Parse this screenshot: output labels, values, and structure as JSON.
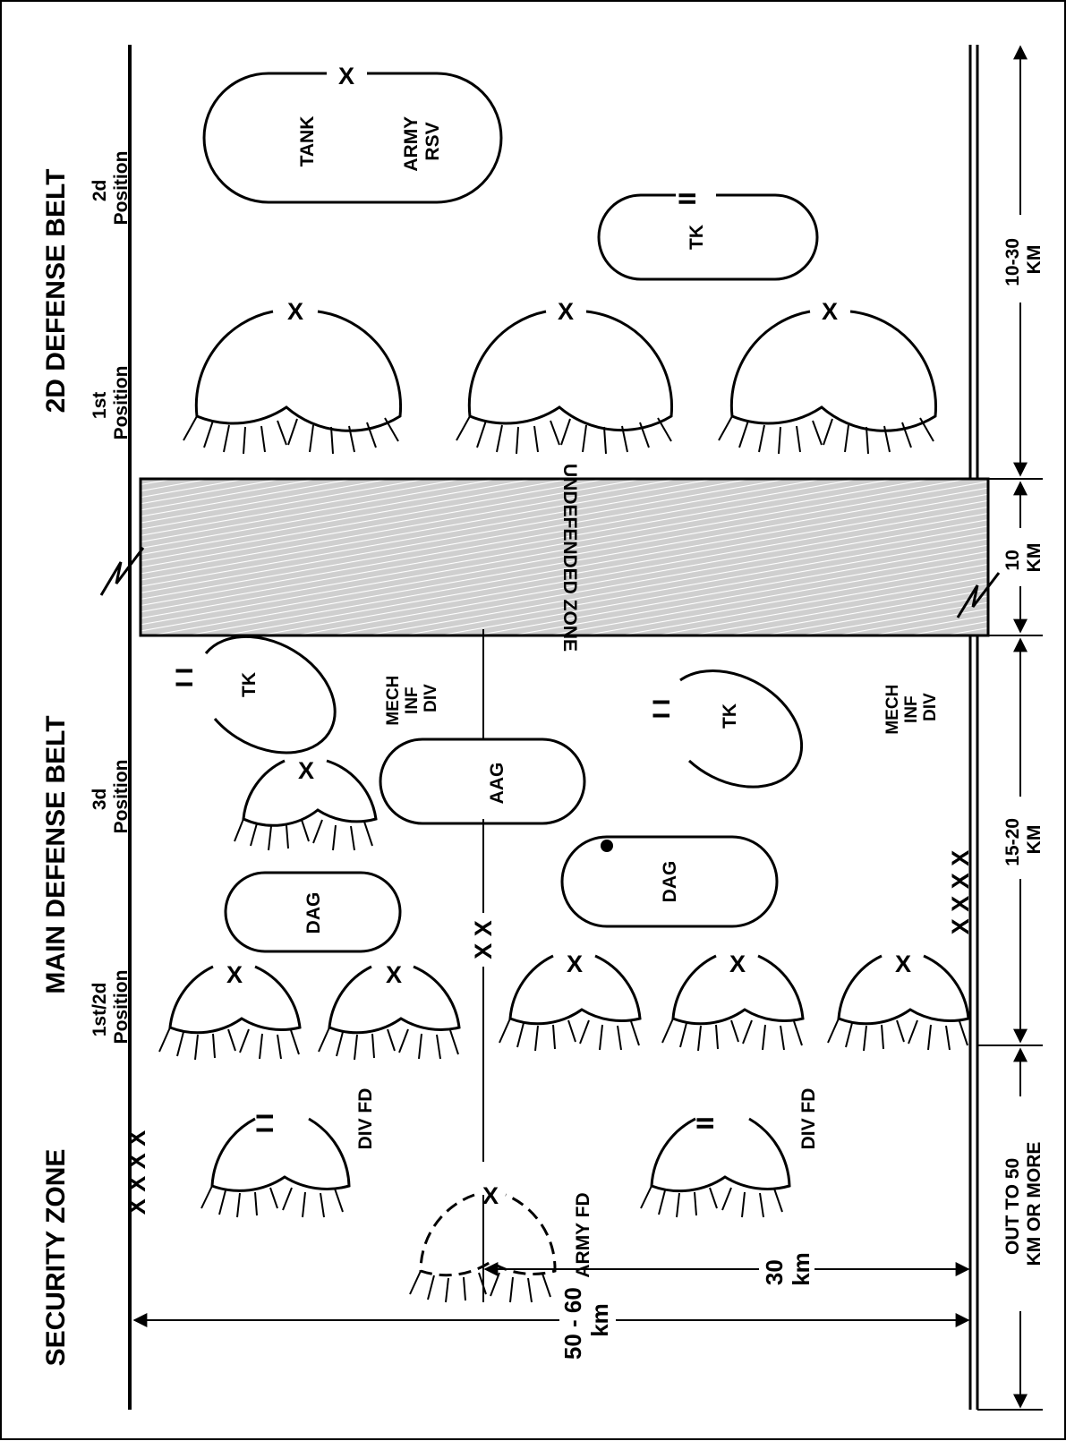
{
  "title": "Defensive echelonment diagram",
  "zones": {
    "security": "SECURITY ZONE",
    "main_belt": "MAIN DEFENSE BELT",
    "second_belt": "2D DEFENSE BELT",
    "undefended": "UNDEFENDED ZONE"
  },
  "positions": {
    "main_first": [
      "1st/2d",
      "Position"
    ],
    "main_third": [
      "3d",
      "Position"
    ],
    "second_first": [
      "1st",
      "Position"
    ],
    "second_second": [
      "2d",
      "Position"
    ]
  },
  "depths": {
    "security": [
      "OUT TO 50",
      "KM OR MORE"
    ],
    "main": [
      "15-20",
      "KM"
    ],
    "undefended": [
      "10",
      "KM"
    ],
    "second": [
      "10-30",
      "KM"
    ],
    "army_fd_50": [
      "50 - 60",
      "km"
    ],
    "army_fd_30": [
      "30",
      "km"
    ]
  },
  "symbols": {
    "army_boundary": "X X X X",
    "division_boundary": "X X",
    "brigade": "X",
    "battalion": "II",
    "battalion_alt": "I I"
  },
  "units": {
    "tank": "TANK",
    "army_rsv": [
      "ARMY",
      "RSV"
    ],
    "tk": "TK",
    "mech_inf_div": [
      "MECH",
      "INF",
      "DIV"
    ],
    "aag": "AAG",
    "dag": "DAG",
    "div_fd": "DIV FD",
    "army_fd": "ARMY FD"
  }
}
